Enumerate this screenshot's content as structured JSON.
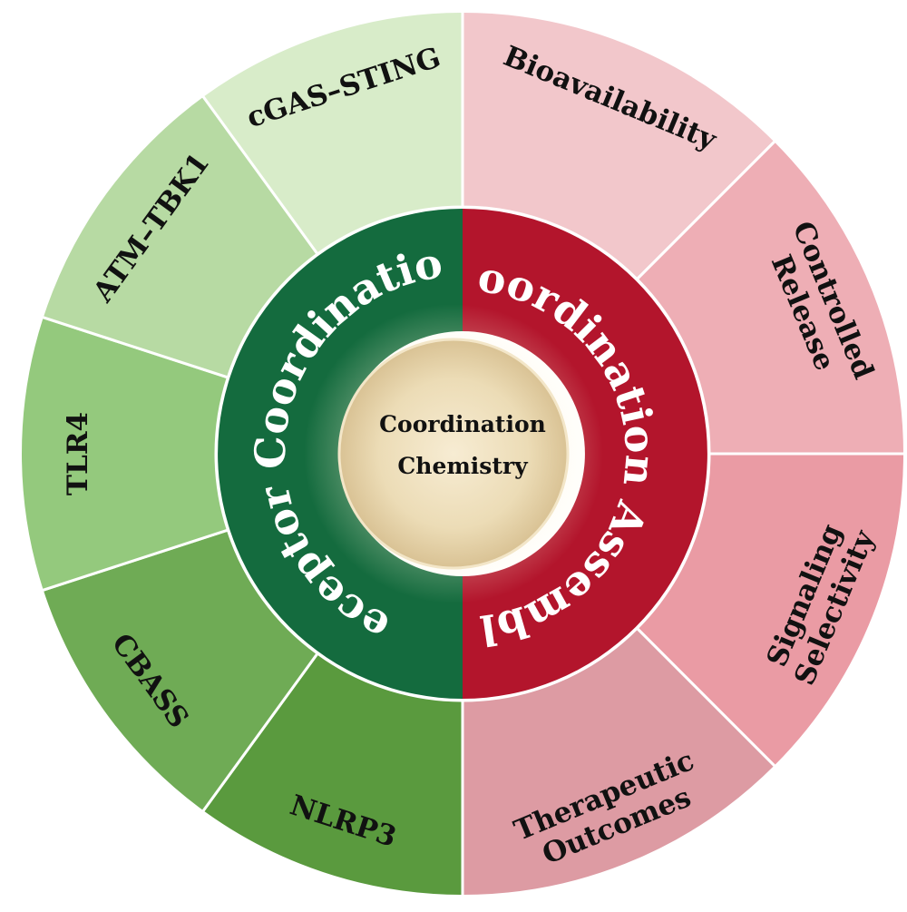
{
  "center": {
    "line1": "Coordination",
    "line2": "Chemistry"
  },
  "inner_ring": {
    "left_label": "Receptor Coordination",
    "right_label": "Coordination Assembly",
    "left_color": "#146b3e",
    "right_color": "#b3152c"
  },
  "outer_ring": {
    "left_segments": [
      {
        "lines": [
          "NLRP3"
        ],
        "color": "#5a9a3e"
      },
      {
        "lines": [
          "CBASS"
        ],
        "color": "#6fab55"
      },
      {
        "lines": [
          "TLR4"
        ],
        "color": "#94c97d"
      },
      {
        "lines": [
          "ATM–TBK1"
        ],
        "color": "#b7daa3"
      },
      {
        "lines": [
          "cGAS–STING"
        ],
        "color": "#d8ecc9"
      }
    ],
    "right_segments": [
      {
        "lines": [
          "Bioavailability"
        ],
        "color": "#f2c7cb"
      },
      {
        "lines": [
          "Controlled",
          "Release"
        ],
        "color": "#eeaeb5"
      },
      {
        "lines": [
          "Signaling",
          "Selectivity"
        ],
        "color": "#ea9ba4"
      },
      {
        "lines": [
          "Therapeutic",
          "Outcomes"
        ],
        "color": "#dd9ba3"
      }
    ]
  }
}
